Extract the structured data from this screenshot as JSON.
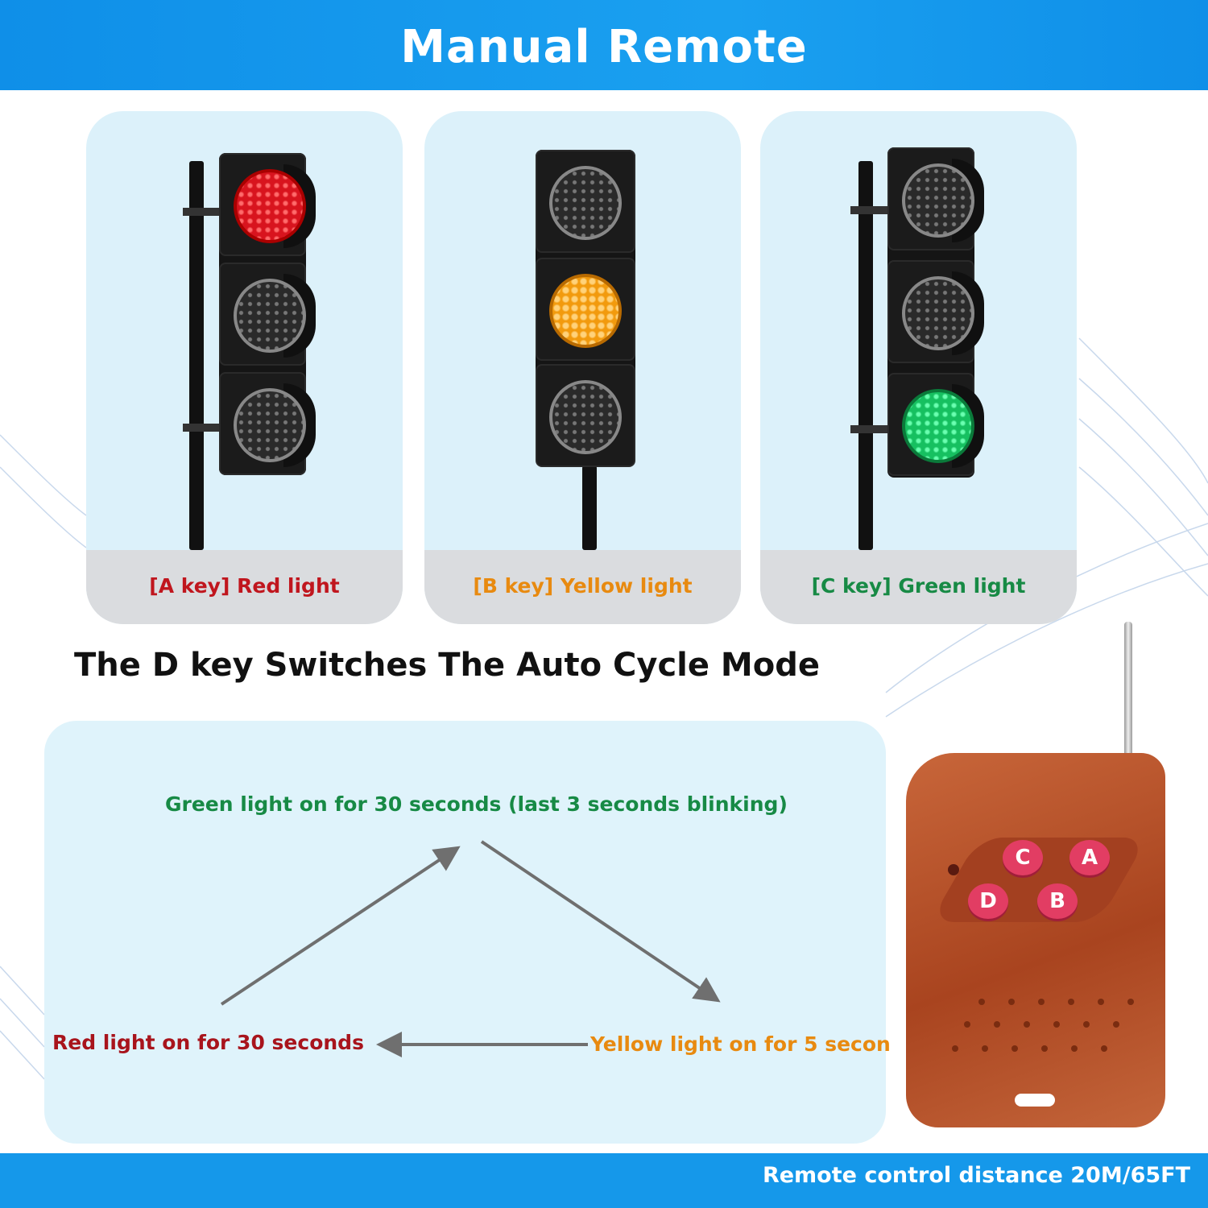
{
  "header": {
    "title": "Manual Remote"
  },
  "panels": [
    {
      "caption": "[A key] Red light",
      "color": "#c0161e",
      "active": "red"
    },
    {
      "caption": "[B key] Yellow light",
      "color": "#e88a10",
      "active": "yellow"
    },
    {
      "caption": "[C key] Green light",
      "color": "#178a45",
      "active": "green"
    }
  ],
  "cycle": {
    "heading": "The D key Switches The Auto Cycle Mode",
    "green": "Green light on for 30 seconds (last 3 seconds blinking)",
    "red": "Red light on for 30 seconds",
    "yellow": "Yellow light on for 5 secon"
  },
  "remote": {
    "keys": [
      "C",
      "A",
      "D",
      "B"
    ]
  },
  "footer": {
    "distance": "Remote control distance 20M/65FT"
  }
}
